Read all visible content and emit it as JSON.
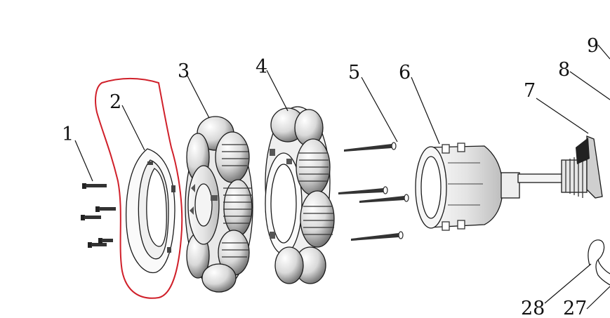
{
  "diagram": {
    "callouts": {
      "c1": "1",
      "c2": "2",
      "c3": "3",
      "c4": "4",
      "c5": "5",
      "c6": "6",
      "c7": "7",
      "c8": "8",
      "c9": "9",
      "c27": "27",
      "c28": "28"
    },
    "highlight_color": "#d0202a",
    "line_color": "#111111"
  }
}
